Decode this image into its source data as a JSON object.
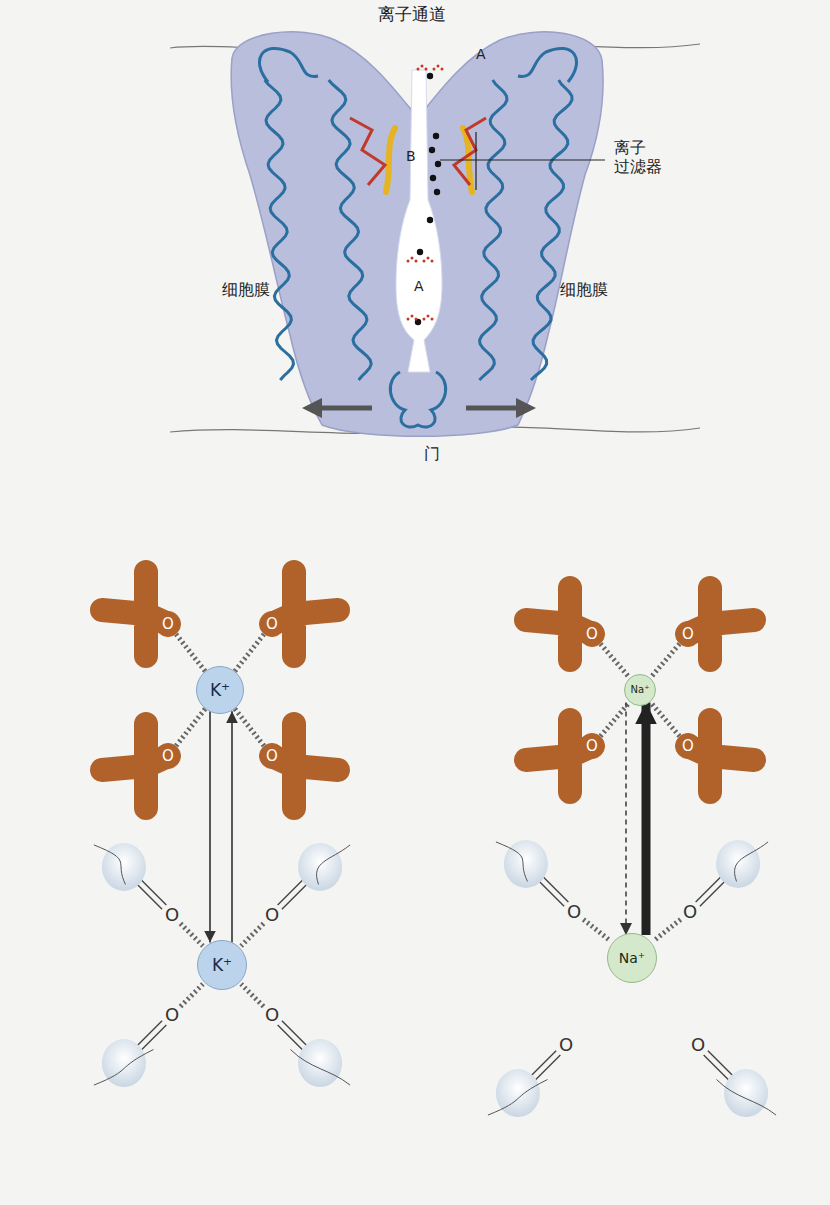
{
  "diagram": {
    "nodes": [
      {
        "text": [
          "K⁺"
        ]
      },
      {
        "text": [
          "O"
        ]
      },
      {
        "text": [
          "O"
        ]
      },
      {
        "text": [
          "O"
        ]
      },
      {
        "text": [
          "O"
        ]
      },
      {
        "text": [
          "Na⁺"
        ]
      },
      {
        "text": [
          "O"
        ]
      },
      {
        "text": [
          "O"
        ]
      },
      {
        "text": [
          "O"
        ]
      },
      {
        "text": [
          "O"
        ]
      },
      {
        "text": [
          "K⁺"
        ]
      },
      {
        "text": [
          "Na⁺"
        ]
      }
    ],
    "edges": [
      {
        "from": 1,
        "to": 0,
        "arrow": "none"
      },
      {
        "from": 2,
        "to": 0,
        "arrow": "none"
      },
      {
        "from": 3,
        "to": 0,
        "arrow": "none"
      },
      {
        "from": 4,
        "to": 0,
        "arrow": "none"
      },
      {
        "from": 6,
        "to": 5,
        "arrow": "none"
      },
      {
        "from": 7,
        "to": 5,
        "arrow": "none"
      },
      {
        "from": 8,
        "to": 5,
        "arrow": "none"
      },
      {
        "from": 9,
        "to": 5,
        "arrow": "none"
      },
      {
        "from": 0,
        "to": 10,
        "arrow": "to"
      },
      {
        "from": 10,
        "to": 0,
        "arrow": "to"
      },
      {
        "from": 5,
        "to": 11,
        "arrow": "to"
      },
      {
        "from": 11,
        "to": 5,
        "arrow": "to"
      }
    ],
    "labels": [
      "离子通道",
      "A",
      "B",
      "离子 过滤器",
      "A",
      "细胞膜",
      "细胞膜",
      "门",
      "O",
      "O",
      "O",
      "O",
      "O",
      "O",
      "O",
      "O"
    ]
  }
}
